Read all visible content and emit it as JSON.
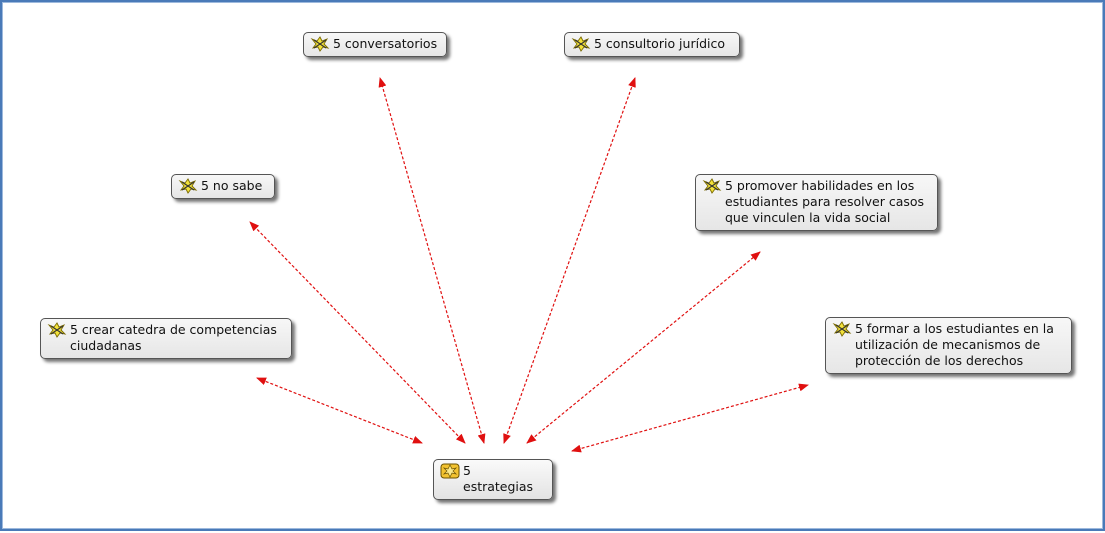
{
  "diagram": {
    "colors": {
      "link": "#e01010",
      "node_border": "#555555",
      "frame": "#4a7ab8",
      "icon_yellow": "#f3e23a",
      "icon_center": "#f2c230"
    },
    "icons": {
      "node": "code-star-icon",
      "center": "code-network-icon"
    },
    "center": {
      "id": "estrategias",
      "label": "5 estrategias"
    },
    "nodes": [
      {
        "id": "conversatorios",
        "label": "5 conversatorios"
      },
      {
        "id": "consultorio",
        "label": "5 consultorio jurídico"
      },
      {
        "id": "nosabe",
        "label": "5 no sabe"
      },
      {
        "id": "promover",
        "label": "5 promover habilidades en los\nestudiantes para resolver casos\nque vinculen la vida social"
      },
      {
        "id": "catedra",
        "label": "5 crear catedra de competencias\nciudadanas"
      },
      {
        "id": "formar",
        "label": "5 formar a los estudiantes en la\nutilización de mecanismos de\nprotección de los derechos"
      }
    ],
    "links": [
      {
        "from": "estrategias",
        "to": "conversatorios",
        "arrows": "both"
      },
      {
        "from": "estrategias",
        "to": "consultorio",
        "arrows": "both"
      },
      {
        "from": "estrategias",
        "to": "nosabe",
        "arrows": "both"
      },
      {
        "from": "estrategias",
        "to": "promover",
        "arrows": "both"
      },
      {
        "from": "estrategias",
        "to": "catedra",
        "arrows": "both"
      },
      {
        "from": "estrategias",
        "to": "formar",
        "arrows": "both"
      }
    ]
  }
}
